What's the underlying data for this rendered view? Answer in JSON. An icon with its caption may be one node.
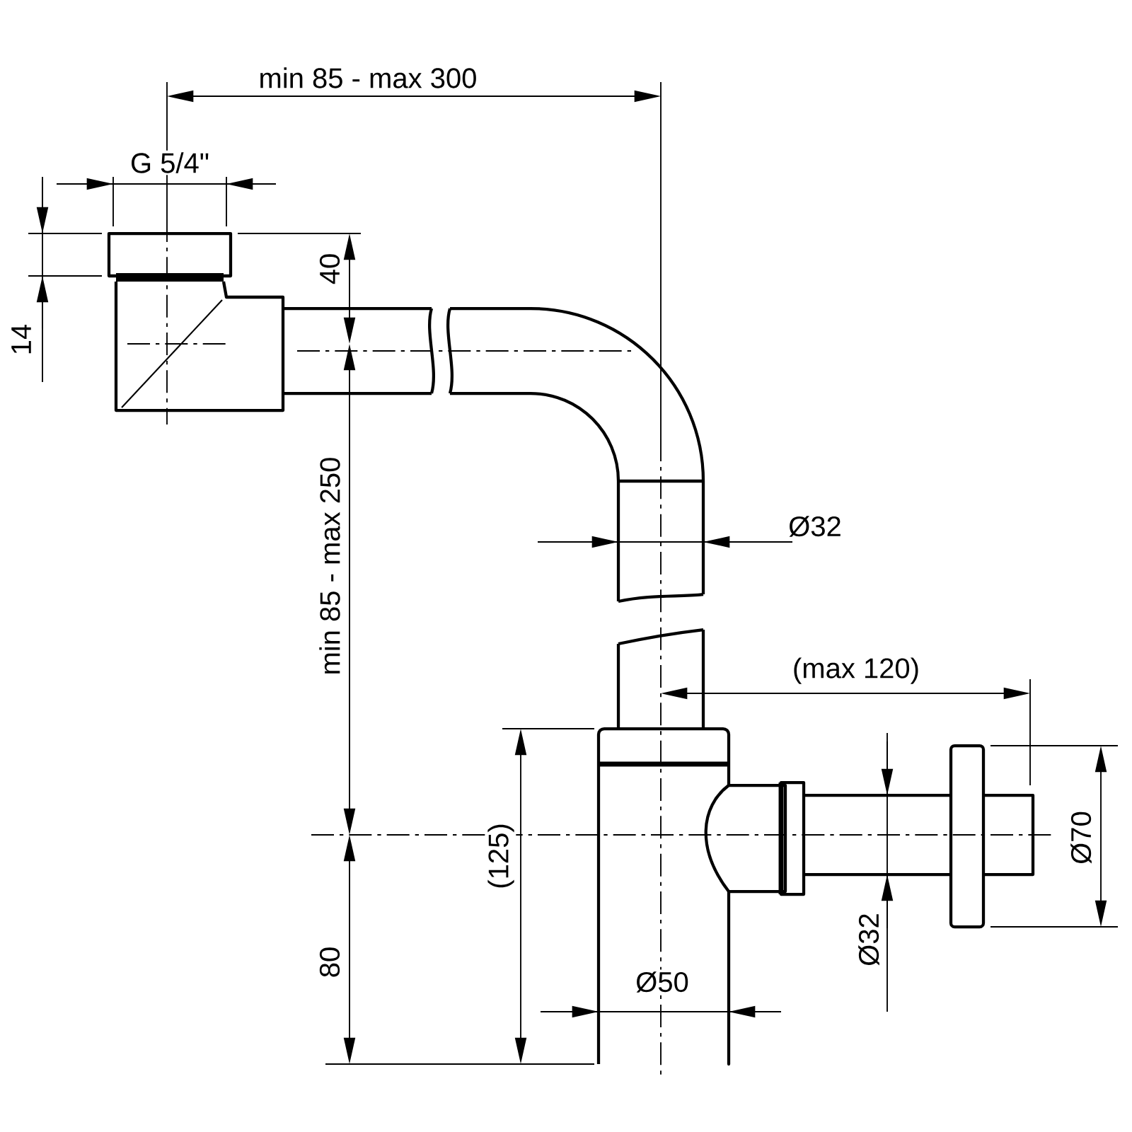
{
  "diagram": {
    "labels": [
      "min 85 - max 300",
      "G 5/4\"",
      "40",
      "14",
      "min 85 - max 250",
      "Ø32",
      "(max 120)",
      "(125)",
      "Ø70",
      "80",
      "Ø32",
      "Ø50"
    ]
  }
}
